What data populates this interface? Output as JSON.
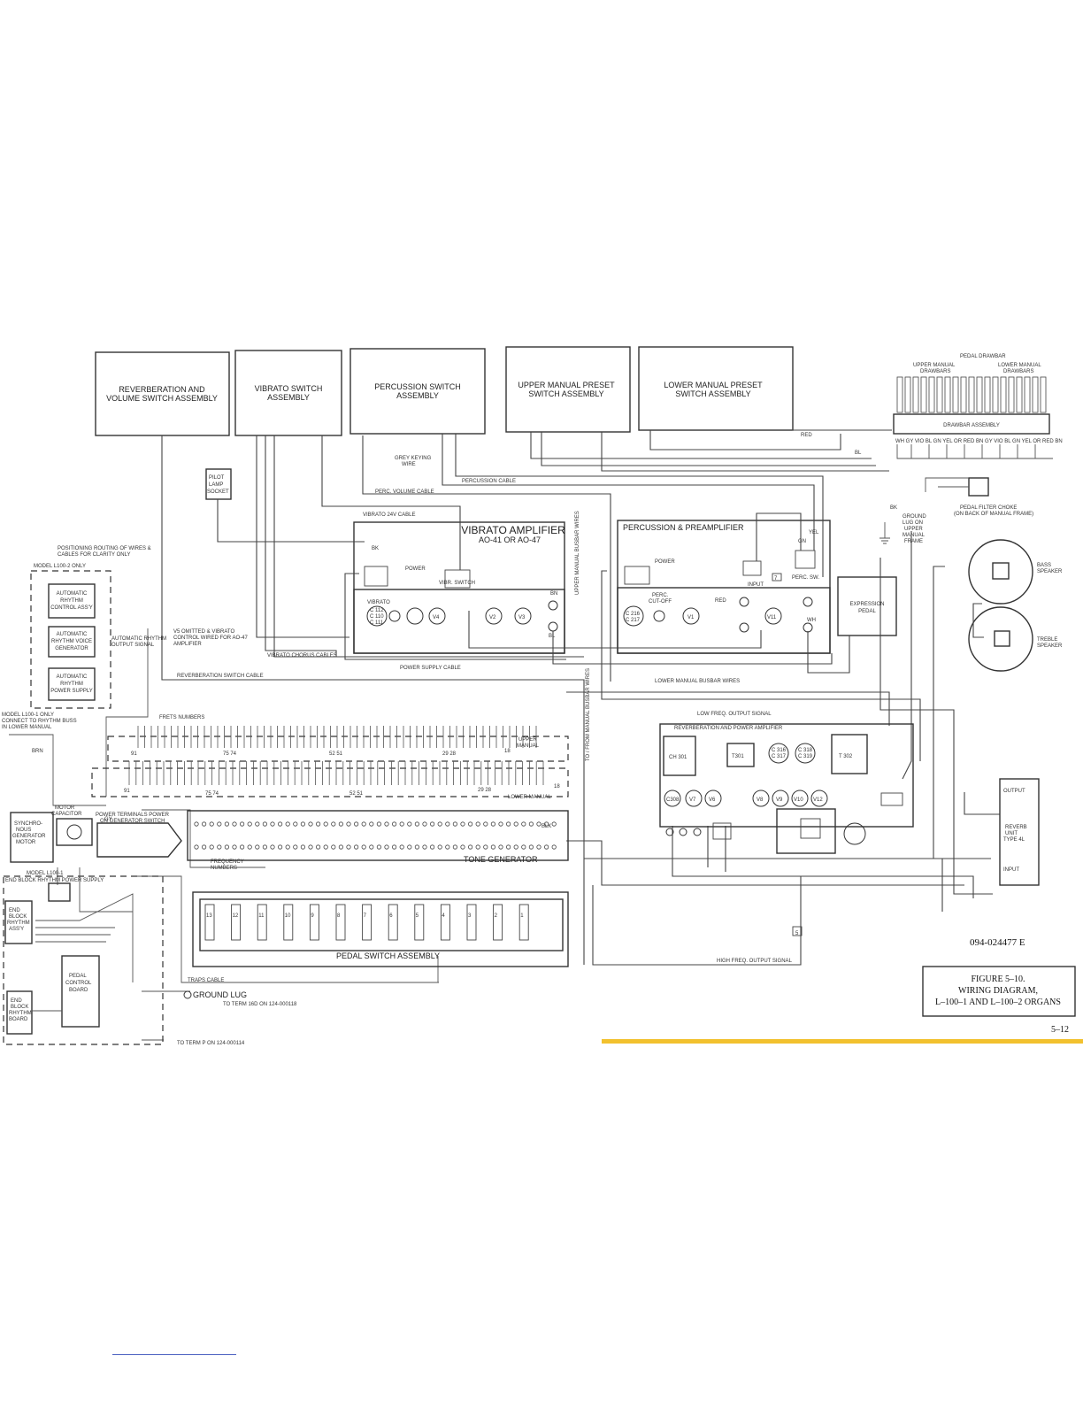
{
  "assemblies": {
    "reverb_volume": [
      "REVERBERATION AND",
      "VOLUME SWITCH ASSEMBLY"
    ],
    "vibrato_switch": [
      "VIBRATO SWITCH",
      "ASSEMBLY"
    ],
    "percussion_switch": [
      "PERCUSSION SWITCH",
      "ASSEMBLY"
    ],
    "upper_preset": [
      "UPPER MANUAL PRESET",
      "SWITCH ASSEMBLY"
    ],
    "lower_preset": [
      "LOWER MANUAL PRESET",
      "SWITCH ASSEMBLY"
    ]
  },
  "drawbars": {
    "pedal_drawbar": "PEDAL DRAWBAR",
    "upper": [
      "UPPER MANUAL",
      "DRAWBARS"
    ],
    "lower": [
      "LOWER MANUAL",
      "DRAWBARS"
    ],
    "assembly": "DRAWBAR ASSEMBLY",
    "wire_colors": "WH GY VIO BL GN YEL OR RED BN   GY   VIO BL GN YEL OR RED BN"
  },
  "labels": {
    "grey_keying_wire": [
      "GREY KEYING",
      "WIRE"
    ],
    "percussion_cable": "PERCUSSION CABLE",
    "perc_volume_cable": "PERC. VOLUME CABLE",
    "vibrato_24v_cable": "VIBRATO 24V CABLE",
    "pilot_lamp": [
      "PILOT",
      "LAMP",
      "SOCKET"
    ],
    "positioning_note": [
      "POSITIONING ROUTING OF WIRES &",
      "CABLES FOR CLARITY ONLY"
    ],
    "model_l1002_only": "MODEL L100-2 ONLY",
    "auto_rhythm_control": [
      "AUTOMATIC",
      "RHYTHM",
      "CONTROL ASS'Y"
    ],
    "auto_rhythm_voice": [
      "AUTOMATIC",
      "RHYTHM VOICE",
      "GENERATOR"
    ],
    "auto_rhythm_power": [
      "AUTOMATIC",
      "RHYTHM",
      "POWER SUPPLY"
    ],
    "auto_rhythm_output": [
      "AUTOMATIC RHYTHM",
      "OUTPUT SIGNAL"
    ],
    "model_l1001_note": [
      "MODEL L100-1 ONLY",
      "CONNECT TO RHYTHM BUSS",
      "IN LOWER MANUAL"
    ],
    "vs_omitted_note": [
      "V5 OMITTED & VIBRATO",
      "CONTROL WIRED FOR AO-47",
      "AMPLIFIER"
    ],
    "vibrato_chorus_cables": "VIBRATO CHORUS CABLES",
    "power_supply_cable": "POWER SUPPLY CABLE",
    "reverb_switch_cable": "REVERBERATION SWITCH CABLE",
    "vibrato_amplifier": "VIBRATO AMPLIFIER",
    "vibrato_amp_models": "AO-41  OR  AO-47",
    "power": "POWER",
    "vibr_switch": "VIBR. SWITCH",
    "vibrato": "VIBRATO",
    "perc_preamp": "PERCUSSION & PREAMPLIFIER",
    "perc_cutoff": [
      "PERC.",
      "CUT-OFF"
    ],
    "input": "INPUT",
    "perc_sw": "PERC. SW.",
    "upper_busbar": "UPPER MANUAL BUSBAR WIRES",
    "lower_busbar": "LOWER MANUAL BUSBAR WIRES",
    "from_manual_busbar": "TO / FROM MANUAL BUSBAR WIRES",
    "expression_pedal": [
      "EXPRESSION",
      "PEDAL"
    ],
    "ground_lug_upper": [
      "GROUND",
      "LUG ON",
      "UPPER",
      "MANUAL",
      "FRAME"
    ],
    "pedal_filter_choke": [
      "PEDAL FILTER CHOKE",
      "(ON BACK OF MANUAL FRAME)"
    ],
    "bass_speaker": [
      "BASS",
      "SPEAKER"
    ],
    "treble_speaker": [
      "TREBLE",
      "SPEAKER"
    ],
    "low_freq_output": "LOW FREQ. OUTPUT SIGNAL",
    "reverb_power_amp": "REVERBERATION AND POWER AMPLIFIER",
    "reverb_unit": [
      "REVERB",
      "UNIT",
      "TYPE 4L"
    ],
    "output": "OUTPUT",
    "input_small": "INPUT",
    "frets_numbers": "FRETS NUMBERS",
    "upper_manual": [
      "UPPER",
      "MANUAL"
    ],
    "lower_manual": "LOWER MANUAL",
    "motor_capacitor": [
      "MOTOR",
      "CAPACITOR"
    ],
    "synchro_motor": [
      "SYNCHRO-",
      "NOUS",
      "GENERATOR",
      "MOTOR"
    ],
    "power_terminals": [
      "POWER TERMINALS  POWER",
      "ON GENERATOR   SWITCH"
    ],
    "frequency_numbers": [
      "FREQUENCY",
      "NUMBERS"
    ],
    "tone_generator": "TONE GENERATOR",
    "model_l1001": "MODEL L100-1",
    "end_block_power": "END BLOCK RHYTHM POWER SUPPLY",
    "end_block_rhythm_assy": [
      "END",
      "BLOCK",
      "RHYTHM",
      "ASS'Y"
    ],
    "end_block_rhythm_board": [
      "END",
      "BLOCK",
      "RHYTHM",
      "BOARD"
    ],
    "pedal_control_board": [
      "PEDAL",
      "CONTROL",
      "BOARD"
    ],
    "pedal_switch_assembly": "PEDAL SWITCH ASSEMBLY",
    "traps_cable": "TRAPS CABLE",
    "ground_lug": "GROUND LUG",
    "to_term_16d": "TO TERM 16D ON 124-000118",
    "to_term_p": "TO TERM P ON 124-000114",
    "high_freq_output": "HIGH FREQ. OUTPUT SIGNAL",
    "numbers_upper": [
      "75 74",
      "52 51",
      "29 28",
      "18"
    ],
    "numbers_lower": [
      "75 74",
      "52 51",
      "29 28",
      "18"
    ],
    "low_row_start": "91",
    "low_row_start2": "91",
    "pedal_numbers": [
      "13",
      "12",
      "11",
      "10",
      "9",
      "8",
      "7",
      "6",
      "5",
      "4",
      "3",
      "2",
      "1"
    ],
    "tubes_vib": [
      "V4",
      "V2",
      "V3"
    ],
    "tubes_perc": [
      "V1",
      "V11"
    ],
    "caps_perc": [
      "C 216",
      "C 217"
    ],
    "caps_vib": [
      "C 112",
      "C 110",
      "C 111"
    ],
    "ch301": "CH 301",
    "t301": "T301",
    "t302": "T 302",
    "c316": [
      "C 316",
      "C 317"
    ],
    "c318": [
      "C 318",
      "C 319"
    ],
    "c308": "C308",
    "power_tubes": [
      "V7",
      "V6",
      "V8",
      "V9",
      "V10",
      "V12"
    ],
    "wire_tags": [
      "BK",
      "BN",
      "BL",
      "RED",
      "WH",
      "GY",
      "YEL",
      "GN",
      "BRN",
      "BLK"
    ],
    "ref_7": "7",
    "ref_5": "5"
  },
  "part_number": "094-024477  E",
  "figure": {
    "number": "FIGURE 5–10.",
    "line1": "WIRING DIAGRAM,",
    "line2": "L–100–1 AND L–100–2 ORGANS"
  },
  "page_number": "5–12",
  "colors": {
    "ink": "#333333",
    "page_bg": "#ffffff",
    "accent_bar": "#f2c12e",
    "link_line": "#4a5fc0"
  }
}
